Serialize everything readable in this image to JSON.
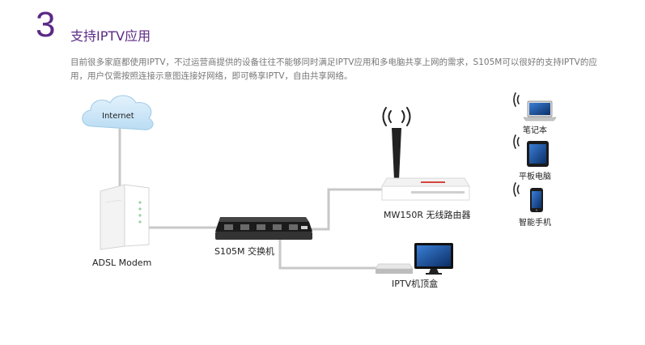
{
  "section": {
    "number": "3",
    "title": "支持IPTV应用",
    "description": "目前很多家庭都使用IPTV，不过运营商提供的设备往往不能够同时满足IPTV应用和多电脑共享上网的需求，S105M可以很好的支持IPTV的应用，用户仅需按照连接示意图连接好网络，即可畅享IPTV，自由共享网络。"
  },
  "diagram": {
    "internet_label": "Internet",
    "modem_label": "ADSL Modem",
    "switch_label": "S105M 交换机",
    "router_label": "MW150R 无线路由器",
    "stb_label": "IPTV机顶盒",
    "clients": [
      {
        "label": "笔记本",
        "icon": "laptop-icon"
      },
      {
        "label": "平板电脑",
        "icon": "tablet-icon"
      },
      {
        "label": "智能手机",
        "icon": "smartphone-icon"
      }
    ]
  },
  "colors": {
    "accent": "#5b2a86",
    "cloud": "#cfe6f7",
    "cable": "#c8c8c8"
  }
}
